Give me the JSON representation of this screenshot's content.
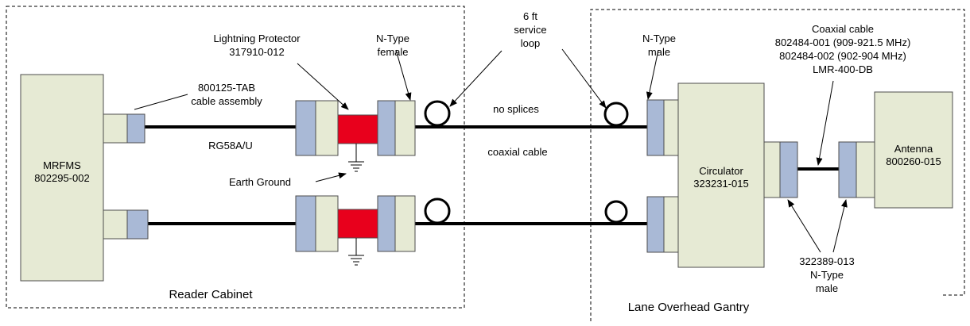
{
  "regions": {
    "reader_cabinet": "Reader Cabinet",
    "lane_gantry": "Lane Overhead Gantry"
  },
  "mrfms": {
    "line1": "MRFMS",
    "line2": "802295-002"
  },
  "cable_assembly": {
    "line1": "800125-TAB",
    "line2": "cable assembly"
  },
  "rg58": "RG58A/U",
  "lightning": {
    "line1": "Lightning Protector",
    "line2": "317910-012"
  },
  "earth_ground": "Earth Ground",
  "ntype_female": {
    "line1": "N-Type",
    "line2": "female"
  },
  "service_loop": {
    "line1": "6 ft",
    "line2": "service",
    "line3": "loop"
  },
  "no_splices": "no splices",
  "coaxial_cable": "coaxial cable",
  "ntype_male": {
    "line1": "N-Type",
    "line2": "male"
  },
  "coax_spec": {
    "line1": "Coaxial cable",
    "line2": "802484-001 (909-921.5 MHz)",
    "line3": "802484-002 (902-904 MHz)",
    "line4": "LMR-400-DB"
  },
  "circulator": {
    "line1": "Circulator",
    "line2": "323231-015"
  },
  "antenna": {
    "line1": "Antenna",
    "line2": "800260-015"
  },
  "connector_322389": {
    "line1": "322389-013",
    "line2": "N-Type",
    "line3": "male"
  }
}
